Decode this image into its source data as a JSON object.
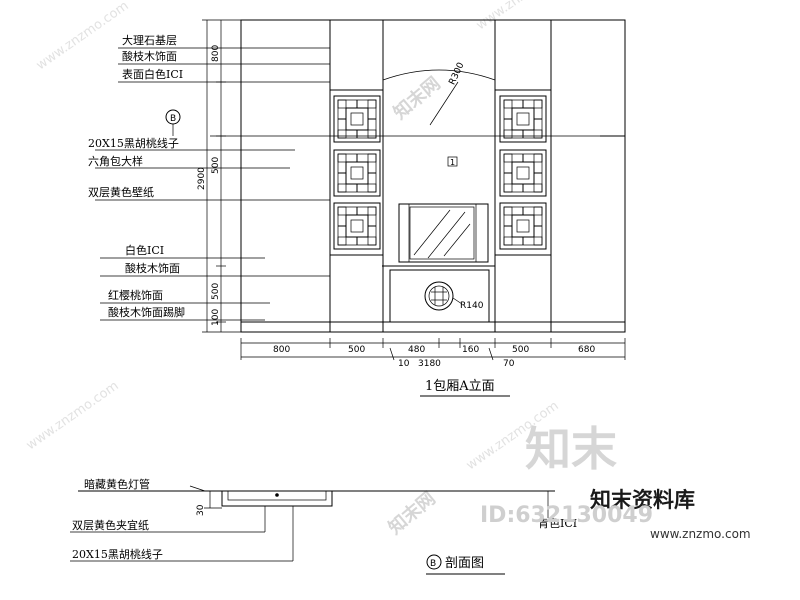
{
  "elevation": {
    "title": "1包厢A立面",
    "labels": [
      "大理石基层",
      "酸枝木饰面",
      "表面白色ICI",
      "20X15黑胡桃线子",
      "六角包大样",
      "双层黄色壁纸",
      "白色ICI",
      "酸枝木饰面",
      "红樱桃饰面",
      "酸枝木饰面踢脚"
    ],
    "bubble": "B",
    "detail_mark": "1",
    "vertical_dims": {
      "total": "2900",
      "parts": [
        "800",
        "500",
        "500",
        "100"
      ]
    },
    "horizontal_dims": {
      "parts": [
        "800",
        "500",
        "480",
        "160",
        "500",
        "680"
      ],
      "total": "3180",
      "small_left": "10",
      "small_right": "70"
    },
    "annotations": {
      "arc": "R300",
      "circle": "R140"
    }
  },
  "section": {
    "title": "剖面图",
    "bubble": "B",
    "labels": [
      "暗藏黄色灯管",
      "双层黄色夹宜纸",
      "20X15黑胡桃线子"
    ],
    "right_label": "肯色ICI",
    "dim": "30"
  },
  "watermark": {
    "logo": "知末",
    "site_name": "知末资料库",
    "id": "ID:632130049",
    "url": "www.znzmo.com",
    "diagonal": [
      "www.znzmo.com",
      "www.znzmo.com",
      "www.znzmo.com",
      "www.znzmo.com"
    ],
    "small_marks": [
      "知末网",
      "知末网"
    ]
  }
}
